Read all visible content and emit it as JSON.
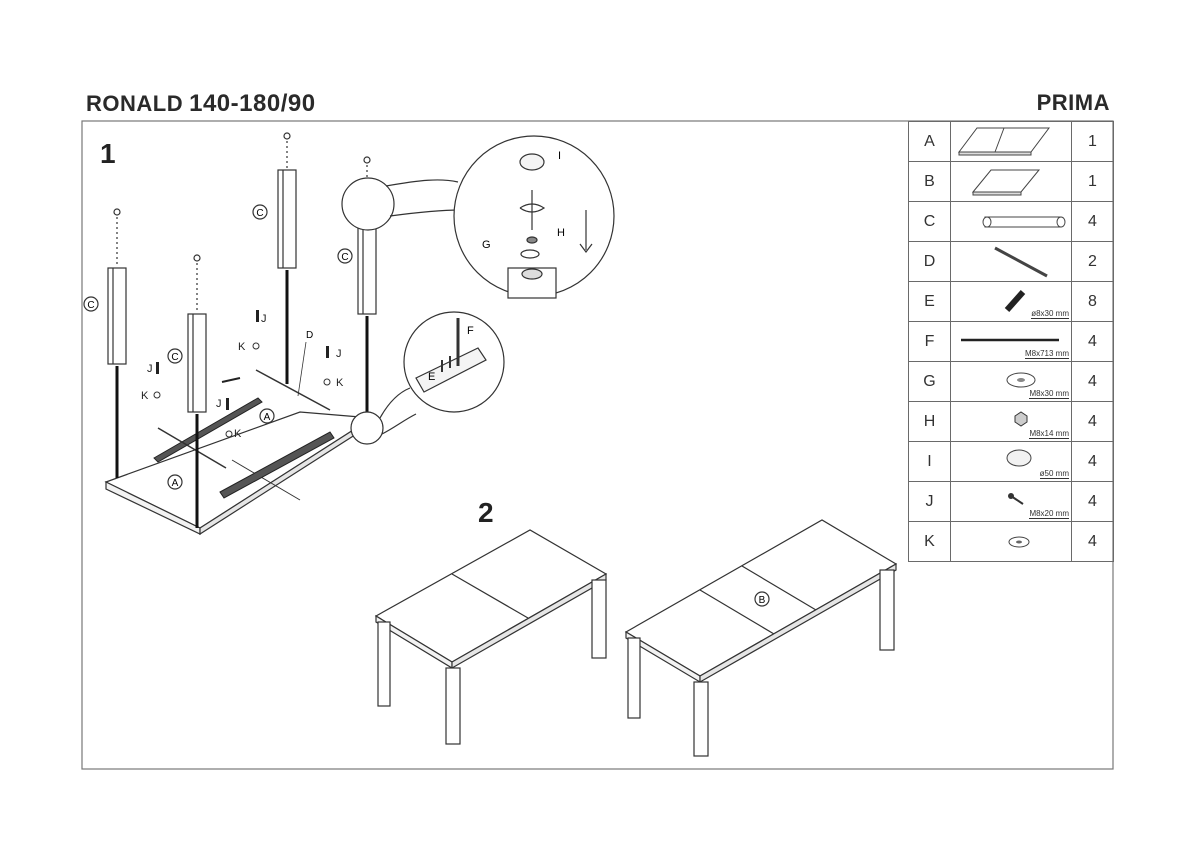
{
  "header": {
    "model": "RONALD",
    "dimensions": "140-180/90",
    "brand": "PRIMA"
  },
  "steps": [
    {
      "number": "1"
    },
    {
      "number": "2"
    }
  ],
  "callouts": {
    "legs": [
      "C",
      "C",
      "C",
      "C"
    ],
    "tabletop": [
      "A",
      "A"
    ],
    "extension": "B",
    "rail": "D",
    "detail_top": [
      "I",
      "H",
      "G"
    ],
    "detail_bottom": [
      "F",
      "E"
    ],
    "bolts": [
      "J",
      "J",
      "J",
      "J"
    ],
    "washers": [
      "K",
      "K",
      "K",
      "K"
    ]
  },
  "parts": [
    {
      "letter": "A",
      "icon": "tabletop-icon",
      "spec": "",
      "qty": "1"
    },
    {
      "letter": "B",
      "icon": "extension-leaf-icon",
      "spec": "",
      "qty": "1"
    },
    {
      "letter": "C",
      "icon": "leg-icon",
      "spec": "",
      "qty": "4"
    },
    {
      "letter": "D",
      "icon": "rail-icon",
      "spec": "",
      "qty": "2"
    },
    {
      "letter": "E",
      "icon": "dowel-icon",
      "spec": "ø8x30 mm",
      "qty": "8"
    },
    {
      "letter": "F",
      "icon": "threaded-rod-icon",
      "spec": "M8x713 mm",
      "qty": "4"
    },
    {
      "letter": "G",
      "icon": "washer-icon",
      "spec": "M8x30 mm",
      "qty": "4"
    },
    {
      "letter": "H",
      "icon": "nut-icon",
      "spec": "M8x14 mm",
      "qty": "4"
    },
    {
      "letter": "I",
      "icon": "cap-icon",
      "spec": "ø50 mm",
      "qty": "4"
    },
    {
      "letter": "J",
      "icon": "bolt-icon",
      "spec": "M8x20 mm",
      "qty": "4"
    },
    {
      "letter": "K",
      "icon": "small-washer-icon",
      "spec": "",
      "qty": "4"
    }
  ]
}
